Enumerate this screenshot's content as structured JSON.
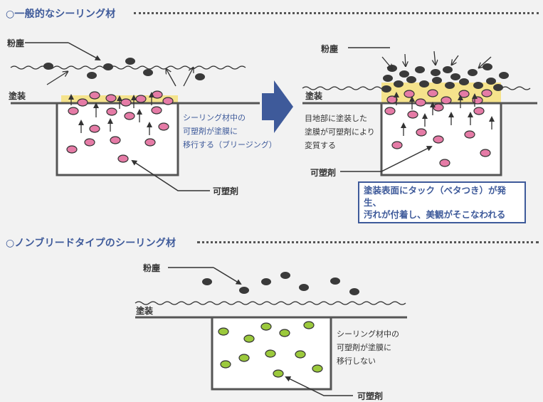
{
  "sections": {
    "general": {
      "title": "○一般的なシーリング材",
      "before": {
        "dust_label": "粉塵",
        "coating_label": "塗装",
        "note_lines": [
          "シーリング材中の",
          "可塑剤が塗膜に",
          "移行する（ブリージング）"
        ],
        "plasticizer_label": "可塑剤"
      },
      "after": {
        "dust_label": "粉塵",
        "coating_label": "塗装",
        "note_lines": [
          "目地部に塗装した",
          "塗膜が可塑剤により",
          "変質する"
        ],
        "plasticizer_label": "可塑剤",
        "callout_lines": [
          "塗装表面にタック（ベタつき）が発生、",
          "汚れが付着し、美観がそこなわれる"
        ]
      }
    },
    "nonbleed": {
      "title": "○ノンブリードタイプのシーリング材",
      "dust_label": "粉塵",
      "coating_label": "塗装",
      "note_lines": [
        "シーリング材中の",
        "可塑剤が塗膜に",
        "移行しない"
      ],
      "plasticizer_label": "可塑剤"
    }
  },
  "colors": {
    "title_blue": "#3e5a9a",
    "arrow_blue": "#3e5a9a",
    "coating_yellow": "#f5e38c",
    "plasticizer_pink": "#e57ba6",
    "plasticizer_green": "#9bc93c",
    "dust_dark": "#3a3a3a"
  }
}
